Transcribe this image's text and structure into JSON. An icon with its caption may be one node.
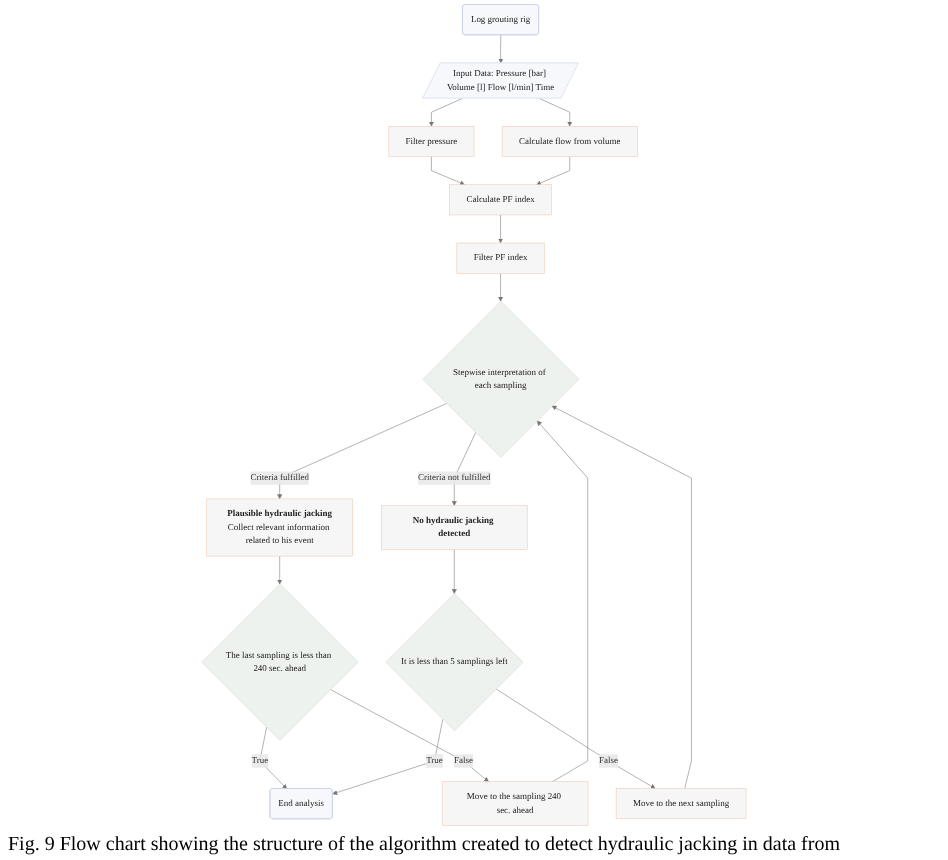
{
  "diagram": {
    "caption": "Fig. 9 Flow chart showing the structure of the algorithm created to detect hydraulic jacking in data from",
    "nodes": [
      {
        "text": [
          "Log grouting rig"
        ]
      },
      {
        "text": [
          "Input Data: Pressure [bar] Volume [l] Flow [l/min] Time"
        ]
      },
      {
        "text": [
          "Filter pressure"
        ]
      },
      {
        "text": [
          "Calculate flow from volume"
        ]
      },
      {
        "text": [
          "Calculate PF index"
        ]
      },
      {
        "text": [
          "Filter PF index"
        ]
      },
      {
        "text": [
          "Stepwise interpretation of each sampling"
        ]
      },
      {
        "text": [
          "Plausible hydraulic jacking",
          "Collect relevant information related to his event"
        ]
      },
      {
        "text": [
          "No hydraulic jacking detected"
        ]
      },
      {
        "text": [
          "The last sampling is less than 240 sec. ahead"
        ]
      },
      {
        "text": [
          "End analysis"
        ]
      },
      {
        "text": [
          "It is less than 5 samplings left"
        ]
      },
      {
        "text": [
          "Move to the sampling 240 sec. ahead"
        ]
      },
      {
        "text": [
          "Move to the next sampling"
        ]
      }
    ],
    "edges": [
      {
        "from": 0,
        "to": 1,
        "arrow": "to"
      },
      {
        "from": 1,
        "to": 2,
        "arrow": "to"
      },
      {
        "from": 1,
        "to": 3,
        "arrow": "to"
      },
      {
        "from": 2,
        "to": 4,
        "arrow": "to"
      },
      {
        "from": 3,
        "to": 4,
        "arrow": "to"
      },
      {
        "from": 4,
        "to": 5,
        "arrow": "to"
      },
      {
        "from": 5,
        "to": 6,
        "arrow": "to"
      },
      {
        "from": 6,
        "to": 7,
        "label": "Criteria fulfilled",
        "arrow": "to"
      },
      {
        "from": 6,
        "to": 8,
        "label": "Criteria not fulfilled",
        "arrow": "to"
      },
      {
        "from": 7,
        "to": 9,
        "arrow": "to"
      },
      {
        "from": 8,
        "to": 11,
        "arrow": "to"
      },
      {
        "from": 9,
        "to": 10,
        "label": "True",
        "arrow": "to"
      },
      {
        "from": 11,
        "to": 10,
        "label": "True",
        "arrow": "to"
      },
      {
        "from": 9,
        "to": 12,
        "label": "False",
        "arrow": "to"
      },
      {
        "from": 11,
        "to": 13,
        "label": "False",
        "arrow": "to"
      },
      {
        "from": 12,
        "to": 6,
        "arrow": "to"
      },
      {
        "from": 13,
        "to": 6,
        "arrow": "to"
      }
    ]
  }
}
